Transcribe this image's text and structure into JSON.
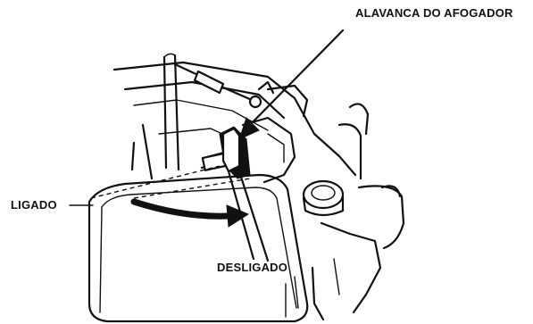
{
  "labels": {
    "choke_lever": "ALAVANCA DO AFOGADOR",
    "on": "LIGADO",
    "off": "DESLIGADO"
  },
  "colors": {
    "ink": "#111111",
    "background": "#ffffff"
  }
}
